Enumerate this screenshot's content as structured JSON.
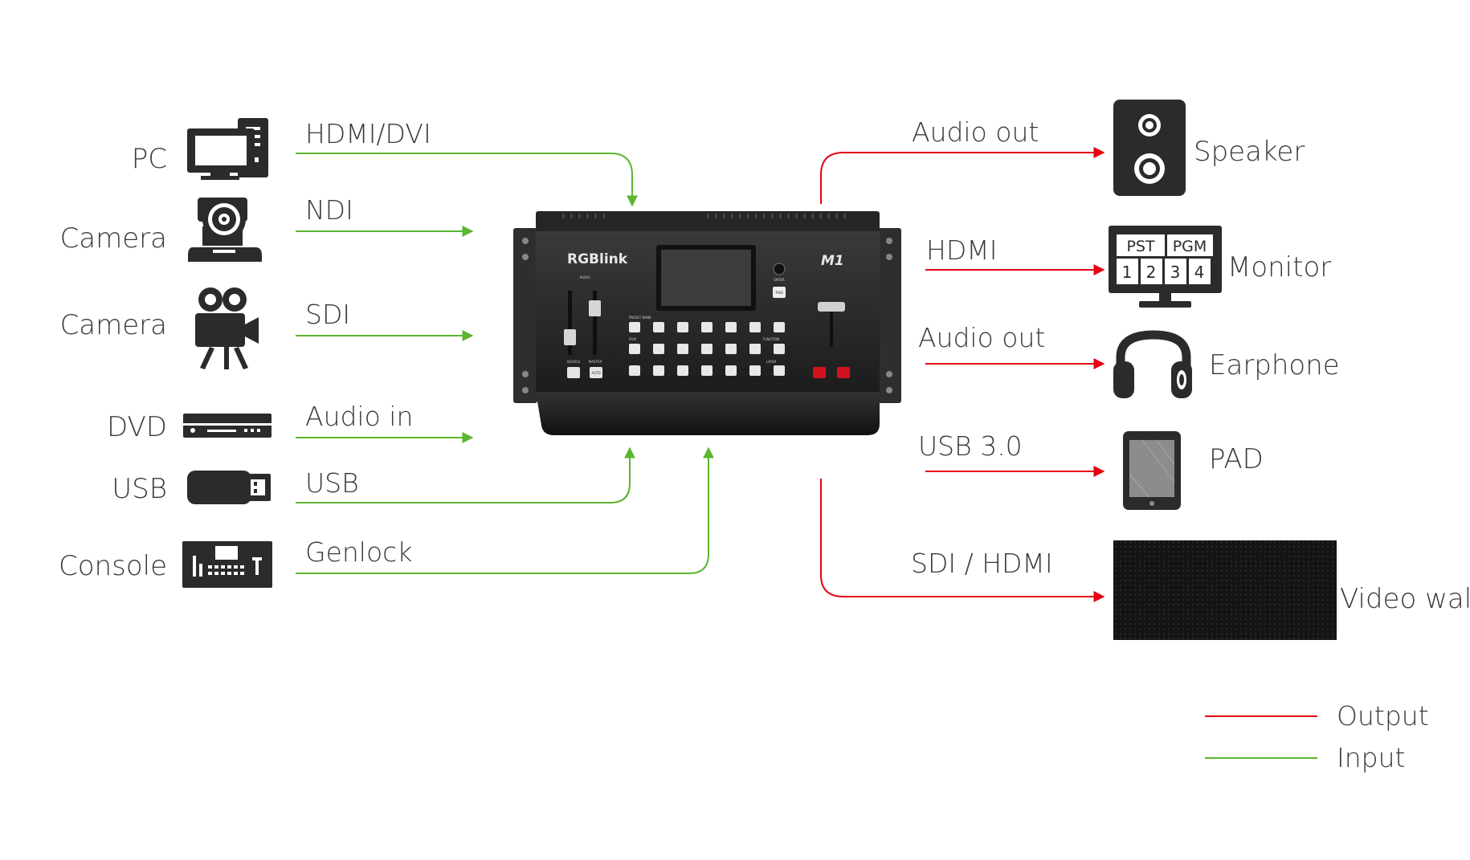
{
  "inputs": [
    {
      "device": "PC",
      "signal": "HDMI/DVI",
      "icon": "pc-icon"
    },
    {
      "device": "Camera",
      "signal": "NDI",
      "icon": "ptz-camera-icon"
    },
    {
      "device": "Camera",
      "signal": "SDI",
      "icon": "video-camera-icon"
    },
    {
      "device": "DVD",
      "signal": "Audio in",
      "icon": "dvd-player-icon"
    },
    {
      "device": "USB",
      "signal": "USB",
      "icon": "usb-drive-icon"
    },
    {
      "device": "Console",
      "signal": "Genlock",
      "icon": "console-icon"
    }
  ],
  "outputs": [
    {
      "device": "Speaker",
      "signal": "Audio out",
      "icon": "speaker-icon"
    },
    {
      "device": "Monitor",
      "signal": "HDMI",
      "icon": "monitor-icon"
    },
    {
      "device": "Earphone",
      "signal": "Audio out",
      "icon": "headphones-icon"
    },
    {
      "device": "PAD",
      "signal": "USB 3.0",
      "icon": "tablet-icon"
    },
    {
      "device": "Video wall",
      "signal": "SDI / HDMI",
      "icon": "led-wall-icon"
    }
  ],
  "switcher": {
    "brand": "RGBlink",
    "model": "M1",
    "panel_labels": {
      "preset_bank": "PRESET BANK",
      "pgm": "PGM",
      "function": "FUNCTION",
      "layer": "LAYER",
      "audio": "AUDIO",
      "source": "SOURCE",
      "master": "MASTER",
      "enter": "ENTER",
      "auto": "AUTO",
      "take": "TAKE"
    }
  },
  "monitor": {
    "top_labels": [
      "PST",
      "PGM"
    ],
    "bottom_labels": [
      "1",
      "2",
      "3",
      "4"
    ]
  },
  "legend": [
    {
      "label": "Output",
      "color": "#e60012"
    },
    {
      "label": "Input",
      "color": "#5cb531"
    }
  ],
  "colors": {
    "output_line": "#e60012",
    "input_line": "#5cb531",
    "device_dark": "#2b2b2b",
    "label_text": "#3a3a3a"
  }
}
